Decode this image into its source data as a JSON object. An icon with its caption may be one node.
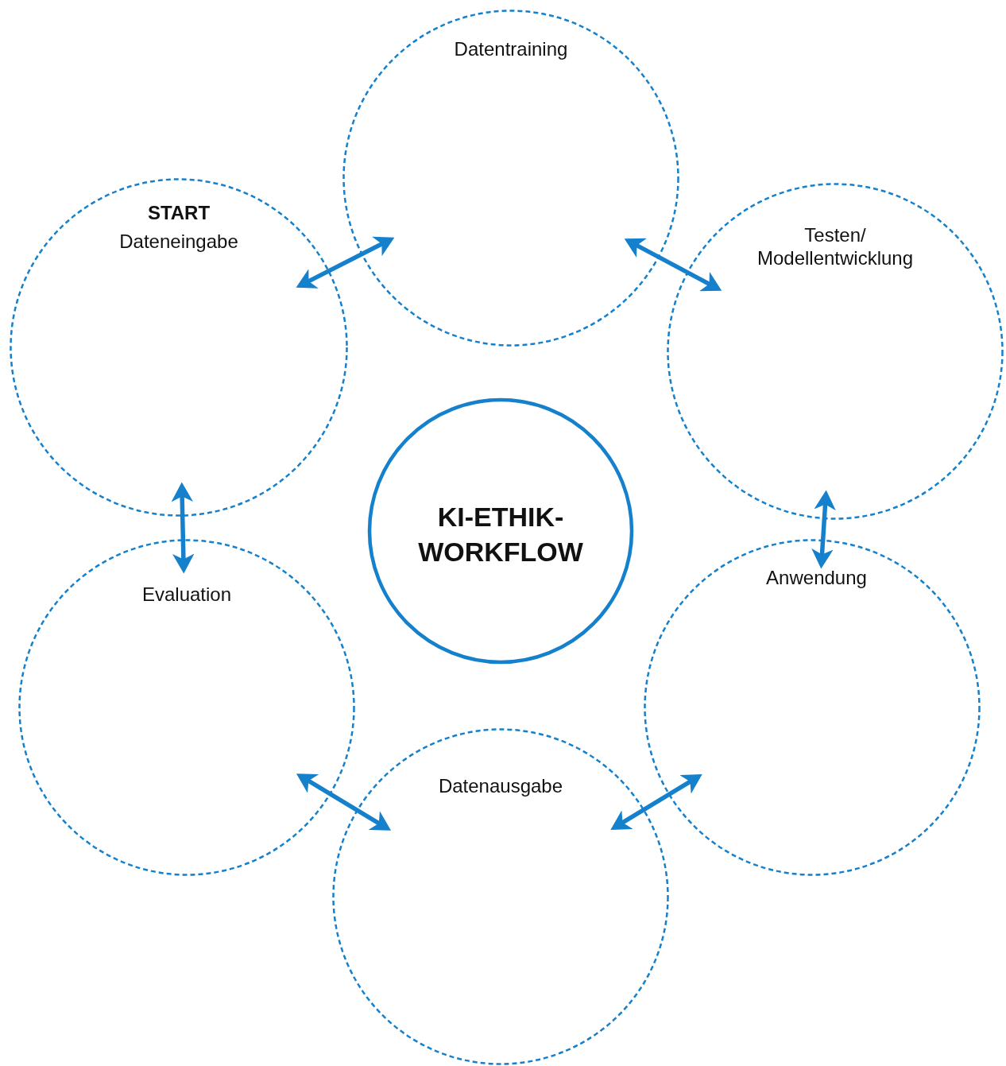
{
  "diagram": {
    "nodes": [
      {
        "text": [
          "Datentraining"
        ]
      },
      {
        "text": [
          "START",
          "Dateneingabe"
        ]
      },
      {
        "text": [
          "Testen/ Modellentwicklung"
        ]
      },
      {
        "text": [
          "KI-ETHIK- WORKFLOW"
        ]
      },
      {
        "text": [
          "Evaluation"
        ]
      },
      {
        "text": [
          "Anwendung"
        ]
      },
      {
        "text": [
          "Datenausgabe"
        ]
      }
    ],
    "edges": [
      {
        "from": 1,
        "to": 0,
        "arrow": "both"
      },
      {
        "from": 0,
        "to": 2,
        "arrow": "both"
      },
      {
        "from": 2,
        "to": 5,
        "arrow": "both"
      },
      {
        "from": 5,
        "to": 6,
        "arrow": "both"
      },
      {
        "from": 6,
        "to": 4,
        "arrow": "both"
      },
      {
        "from": 4,
        "to": 1,
        "arrow": "both"
      }
    ]
  }
}
